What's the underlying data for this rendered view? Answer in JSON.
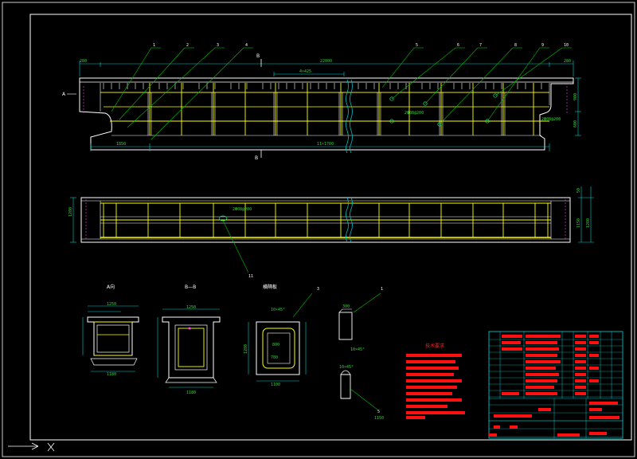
{
  "drawing": {
    "colors": {
      "background": "#000000",
      "frame": "#ffffff",
      "outline": "#ffffff",
      "rebar": "#ffff00",
      "dimension": "#00d0d0",
      "dimension_text": "#2fd42f",
      "leader": "#00c000",
      "notes": "#ff0000",
      "titleblock": "#00c0c0"
    },
    "elevation": {
      "total_length": "22000",
      "end_dim_left": "280",
      "end_dim_right": "280",
      "mid_dim": "4×425",
      "left_dim": "1850",
      "span_dim": "11×1700",
      "right_dim_1": "900",
      "right_dim_2": "600",
      "rebar_label_1": "2Φ08@200",
      "rebar_label_2": "2Φ08@200",
      "section_mark_a": "A",
      "section_mark_b_top": "B",
      "section_mark_b_bottom": "B",
      "callouts": [
        "1",
        "2",
        "3",
        "4",
        "5",
        "6",
        "7",
        "8",
        "9",
        "10"
      ]
    },
    "plan": {
      "left_dim": "1200",
      "right_dim_top": "50",
      "right_dim_mid": "1150",
      "right_dim_total": "1200",
      "rebar_label": "2Φ08@200",
      "callout": "11"
    },
    "sections": {
      "section_a_title": "A向",
      "section_a_dims": [
        "1250",
        "1180"
      ],
      "section_b_title": "B—B",
      "section_b_dims": [
        "1250",
        "1180"
      ],
      "diaphragm_title": "横隔板",
      "diaphragm_callout": "3",
      "diaphragm_dims": [
        "10×45°",
        "800",
        "1100",
        "1280",
        "780"
      ],
      "detail_callout_1": "1",
      "detail_callout_2": "5",
      "detail_dims": [
        "300",
        "10×45°",
        "10×45°",
        "1150"
      ]
    },
    "notes_title": "技术要求"
  }
}
